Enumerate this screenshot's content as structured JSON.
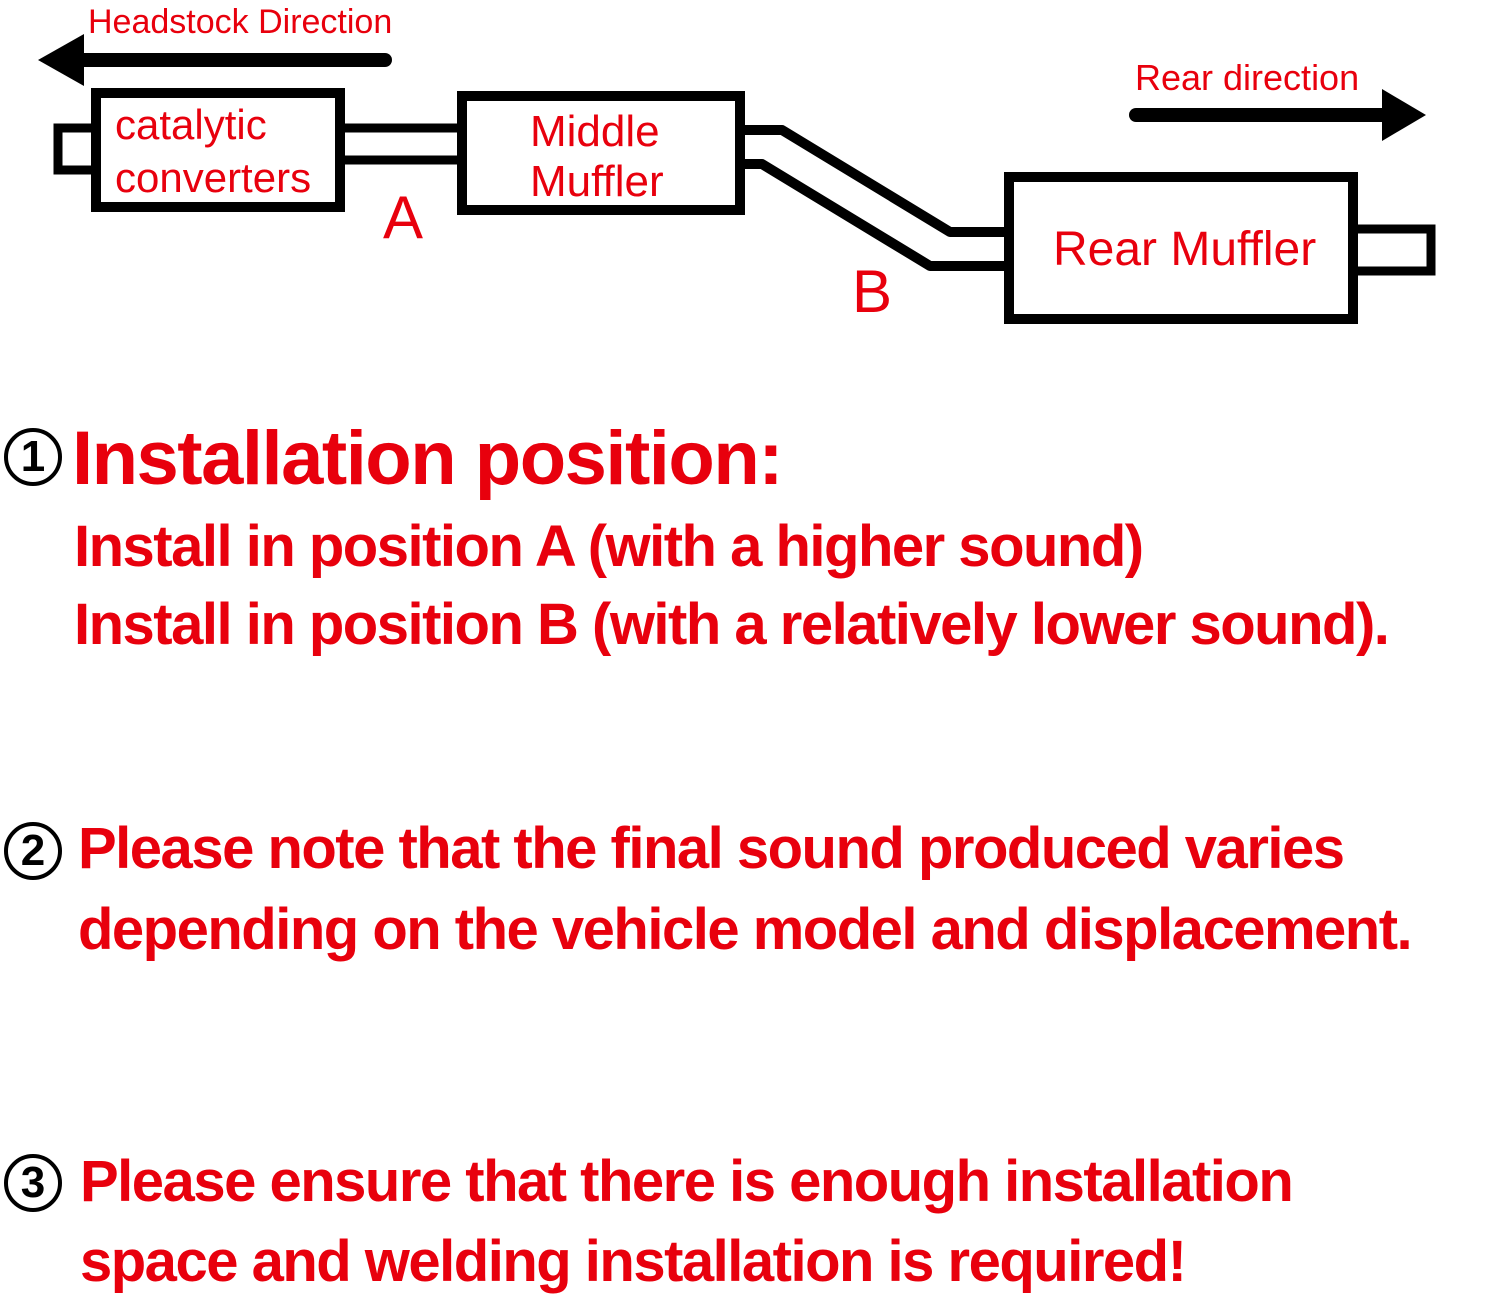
{
  "diagram": {
    "headstock_direction": "Headstock Direction",
    "rear_direction": "Rear direction",
    "catalytic_line1": "catalytic",
    "catalytic_line2": "converters",
    "middle_line1": "Middle",
    "middle_line2": "Muffler",
    "rear_muffler": "Rear Muffler",
    "label_a": "A",
    "label_b": "B"
  },
  "notes": [
    {
      "number": "1",
      "title": "Installation position:",
      "lines": [
        "Install in position A (with a higher sound)",
        "Install in position B (with a relatively lower sound)."
      ]
    },
    {
      "number": "2",
      "lines": [
        "Please note that the final sound produced varies",
        "depending on the vehicle model and displacement."
      ]
    },
    {
      "number": "3",
      "lines": [
        "Please ensure that there is enough installation",
        "space and welding installation is required!"
      ]
    }
  ],
  "colors": {
    "text_red": "#e8000d",
    "line_black": "#000000"
  }
}
